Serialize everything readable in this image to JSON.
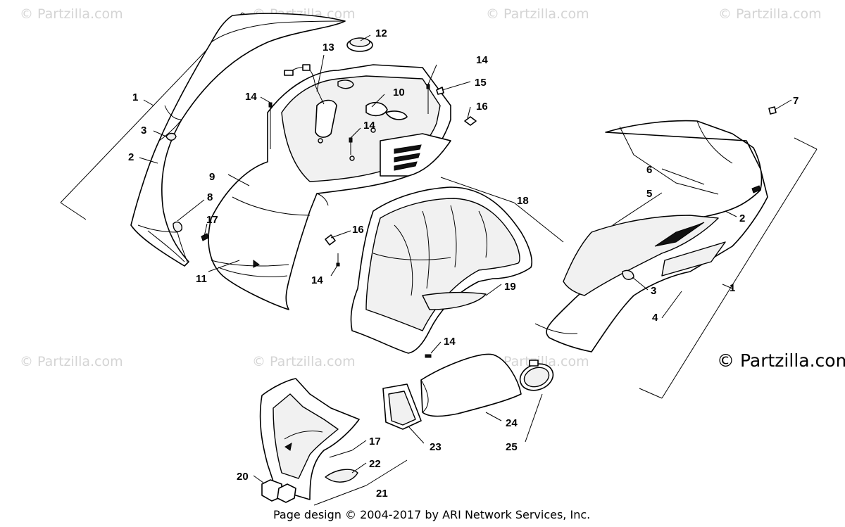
{
  "watermark_small": "© Partzilla.com",
  "watermark_large": "© Partzilla.com",
  "footer": "Page design © 2004-2017 by ARI Network Services, Inc.",
  "callouts": [
    "1",
    "3",
    "2",
    "8",
    "17",
    "11",
    "9",
    "14",
    "13",
    "12",
    "10",
    "14",
    "15",
    "14",
    "16",
    "16",
    "14",
    "18",
    "19",
    "14",
    "7",
    "6",
    "5",
    "2",
    "3",
    "4",
    "1",
    "20",
    "21",
    "22",
    "17",
    "23",
    "24",
    "25"
  ]
}
